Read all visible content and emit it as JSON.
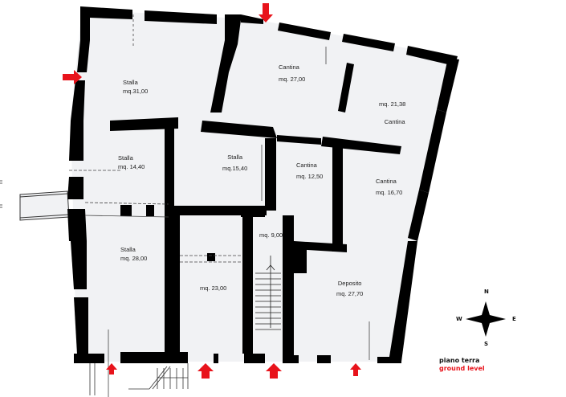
{
  "plan": {
    "title_it": "piano terra",
    "title_en": "ground level",
    "accent_color": "#e8131b",
    "wall_color": "#000000",
    "floor_color": "#f1f2f4"
  },
  "rooms": [
    {
      "name": "Stalla",
      "area": "mq.31,00"
    },
    {
      "name": "Cantina",
      "area": "mq. 27,00"
    },
    {
      "name": "Cantina",
      "area": "mq. 21,38"
    },
    {
      "name": "Stalla",
      "area": "mq. 14,40"
    },
    {
      "name": "Stalla",
      "area": "mq.15,40"
    },
    {
      "name": "Cantina",
      "area": "mq. 12,50"
    },
    {
      "name": "Cantina",
      "area": "mq. 16,70"
    },
    {
      "name": "",
      "area": "mq. 9,00"
    },
    {
      "name": "Stalla",
      "area": "mq. 28,00"
    },
    {
      "name": "",
      "area": "mq. 23,00"
    },
    {
      "name": "Deposito",
      "area": "mq. 27,70"
    }
  ],
  "compass": {
    "n": "N",
    "s": "S",
    "e": "E",
    "w": "W"
  },
  "entrances": [
    {
      "icon": "arrow-down-icon",
      "position": "top"
    },
    {
      "icon": "arrow-right-icon",
      "position": "left"
    },
    {
      "icon": "arrow-up-icon",
      "position": "bottom-1"
    },
    {
      "icon": "arrow-up-icon",
      "position": "bottom-2"
    },
    {
      "icon": "arrow-up-icon",
      "position": "bottom-3"
    },
    {
      "icon": "arrow-up-icon",
      "position": "bottom-4"
    }
  ]
}
